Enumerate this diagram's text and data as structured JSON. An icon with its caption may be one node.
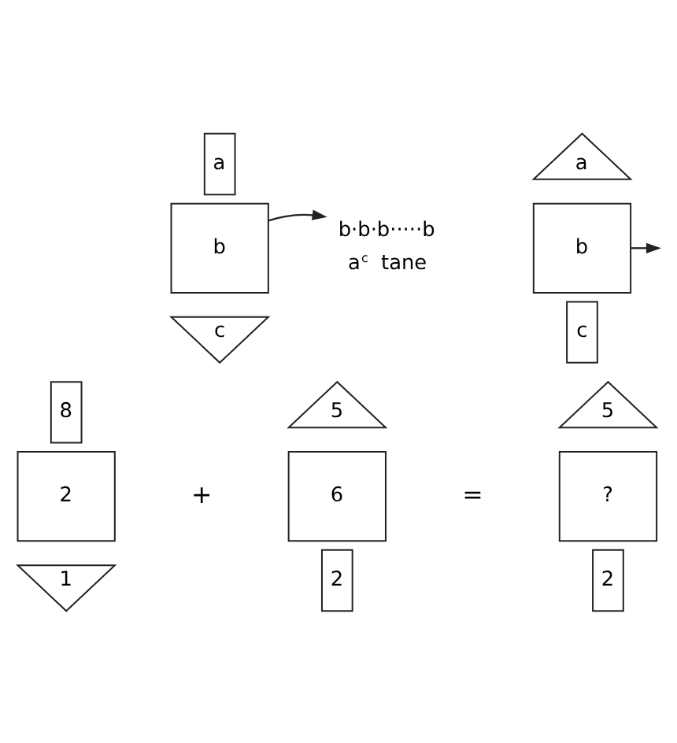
{
  "diagram": {
    "nodes": [
      {
        "text": [
          "a"
        ]
      },
      {
        "text": [
          "b"
        ]
      },
      {
        "text": [
          "c"
        ]
      },
      {
        "text": [
          "b·b·b·····b",
          "a$^{c}$ tane"
        ]
      },
      {
        "text": [
          "a"
        ]
      },
      {
        "text": [
          "b"
        ]
      },
      {
        "text": [
          "c"
        ]
      },
      {
        "text": [
          "8"
        ]
      },
      {
        "text": [
          "2"
        ]
      },
      {
        "text": [
          "1"
        ]
      },
      {
        "text": [
          "5"
        ]
      },
      {
        "text": [
          "6"
        ]
      },
      {
        "text": [
          "2"
        ]
      },
      {
        "text": [
          "5"
        ]
      },
      {
        "text": [
          "?"
        ]
      },
      {
        "text": [
          "2"
        ]
      }
    ],
    "edges": [
      {
        "from": 1,
        "to": 3,
        "arrow": "to"
      },
      {
        "from": 5,
        "to": null,
        "arrow": "to"
      }
    ],
    "labels": [
      "+",
      "="
    ]
  }
}
